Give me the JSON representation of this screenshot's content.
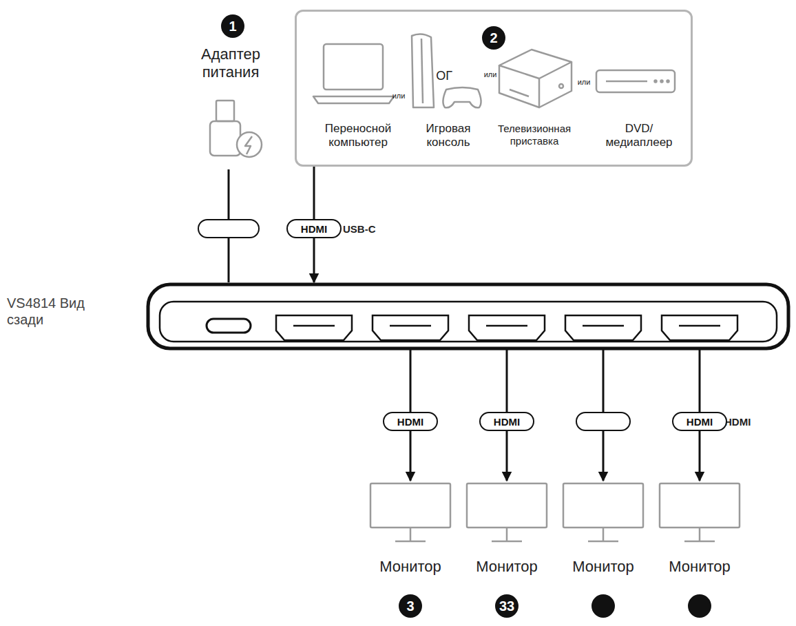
{
  "diagram": {
    "nodes": [
      {
        "text": [
          "Адаптер питания"
        ]
      },
      {
        "text": [
          "Переносной компьютер",
          "Игровая консоль",
          "Телевизионная приставка",
          "DVD/ медиаплеер"
        ]
      },
      {
        "text": [
          "VS4814 Вид сзади"
        ]
      },
      {
        "text": [
          "Монитор"
        ]
      },
      {
        "text": [
          "Монитор"
        ]
      },
      {
        "text": [
          "Монитор"
        ]
      },
      {
        "text": [
          "Монитор"
        ]
      }
    ],
    "edges": [
      {
        "from": 0,
        "to": 2,
        "arrow": "none"
      },
      {
        "from": 1,
        "to": 2,
        "arrow": "to",
        "label": "HDMI"
      },
      {
        "from": 2,
        "to": 3,
        "arrow": "to",
        "label": "HDMI"
      },
      {
        "from": 2,
        "to": 4,
        "arrow": "to",
        "label": "HDMI"
      },
      {
        "from": 2,
        "to": 5,
        "arrow": "to"
      },
      {
        "from": 2,
        "to": 6,
        "arrow": "to",
        "label": "HDMI"
      }
    ],
    "labels": [
      "1",
      "2",
      "или",
      "ОГ",
      "или",
      "или",
      "USB-C",
      "HDMI",
      "3",
      "33"
    ]
  }
}
